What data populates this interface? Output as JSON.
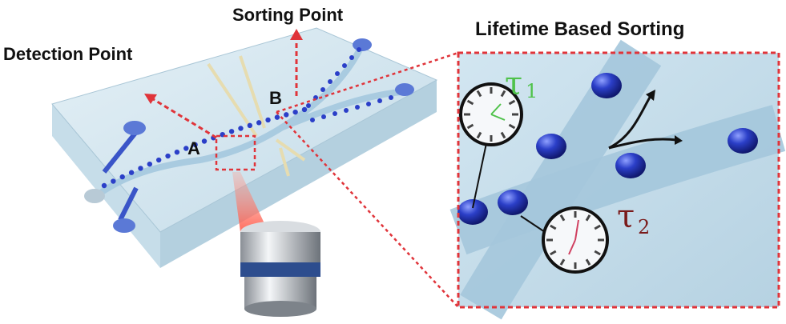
{
  "labels": {
    "sorting_point": "Sorting Point",
    "detection_point": "Detection Point",
    "lifetime_title": "Lifetime Based Sorting",
    "point_a": "A",
    "point_b": "B",
    "tau1_symbol": "τ",
    "tau1_sub": "1",
    "tau2_symbol": "τ",
    "tau2_sub": "2"
  },
  "colors": {
    "arrow_red": "#e0343a",
    "droplet_blue": "#2b3fc8",
    "tau1": "#4fc24a",
    "tau2": "#7a1a1a",
    "glass": "#cfe3ee",
    "channel": "#a9cbe0"
  }
}
